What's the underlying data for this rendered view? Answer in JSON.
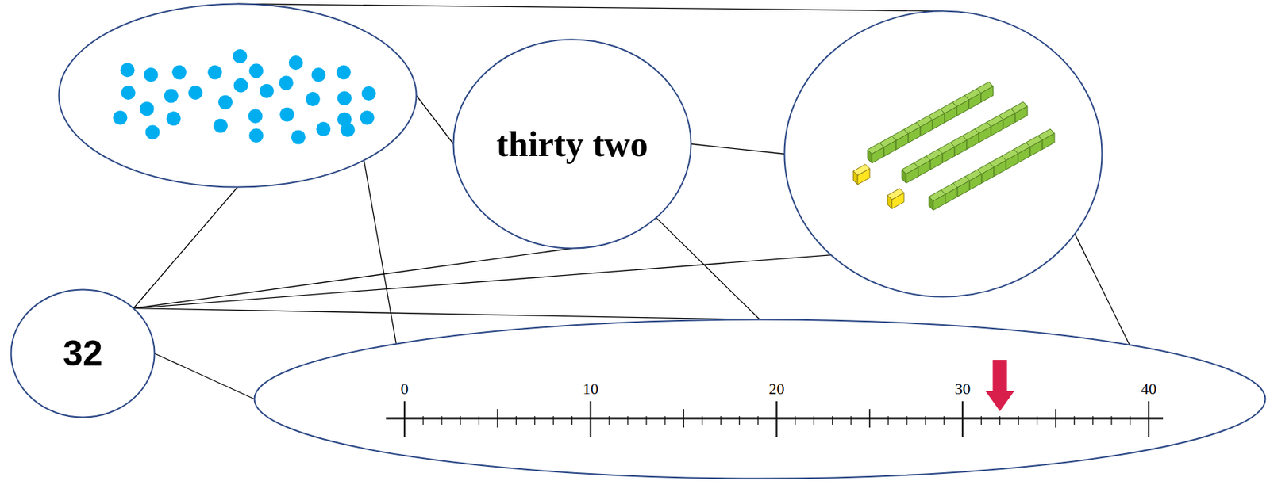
{
  "diagram": {
    "nodes": [
      {
        "text": []
      },
      {
        "text": [
          "thirty two"
        ]
      },
      {
        "text": []
      },
      {
        "text": [
          "32"
        ]
      },
      {
        "text": [
          "0",
          "10",
          "20",
          "30",
          "40"
        ]
      }
    ],
    "edges": [
      {
        "from": 0,
        "to": 1,
        "arrow": "none"
      },
      {
        "from": 0,
        "to": 2,
        "arrow": "none"
      },
      {
        "from": 0,
        "to": 3,
        "arrow": "none"
      },
      {
        "from": 0,
        "to": 4,
        "arrow": "none"
      },
      {
        "from": 1,
        "to": 2,
        "arrow": "none"
      },
      {
        "from": 1,
        "to": 3,
        "arrow": "none"
      },
      {
        "from": 1,
        "to": 4,
        "arrow": "none"
      },
      {
        "from": 2,
        "to": 3,
        "arrow": "none"
      },
      {
        "from": 2,
        "to": 4,
        "arrow": "none"
      },
      {
        "from": 3,
        "to": 4,
        "arrow": "none"
      },
      {
        "from": 3,
        "to": 4,
        "arrow": "none"
      }
    ]
  }
}
